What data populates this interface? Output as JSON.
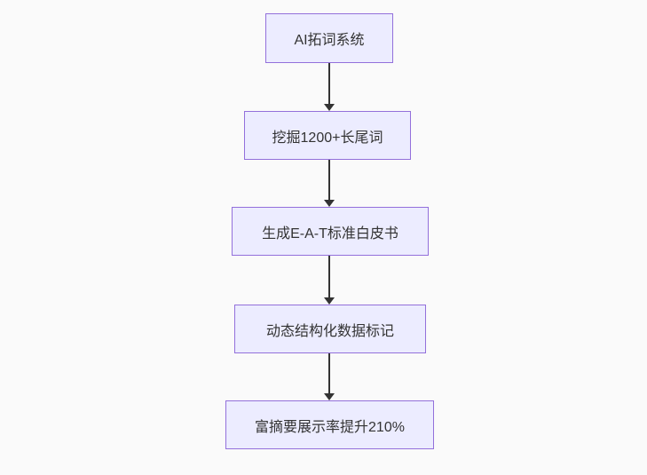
{
  "diagram": {
    "type": "flowchart",
    "direction": "top-down",
    "nodes": [
      {
        "id": "n1",
        "label": "AI拓词系统"
      },
      {
        "id": "n2",
        "label": "挖掘1200+长尾词"
      },
      {
        "id": "n3",
        "label": "生成E-A-T标准白皮书"
      },
      {
        "id": "n4",
        "label": "动态结构化数据标记"
      },
      {
        "id": "n5",
        "label": "富摘要展示率提升210%"
      }
    ],
    "edges": [
      {
        "from": "n1",
        "to": "n2"
      },
      {
        "from": "n2",
        "to": "n3"
      },
      {
        "from": "n3",
        "to": "n4"
      },
      {
        "from": "n4",
        "to": "n5"
      }
    ],
    "colors": {
      "node_fill": "#ECECFF",
      "node_border": "#9370DB",
      "text": "#333333",
      "arrow": "#333333",
      "background": "#fafafa"
    }
  }
}
